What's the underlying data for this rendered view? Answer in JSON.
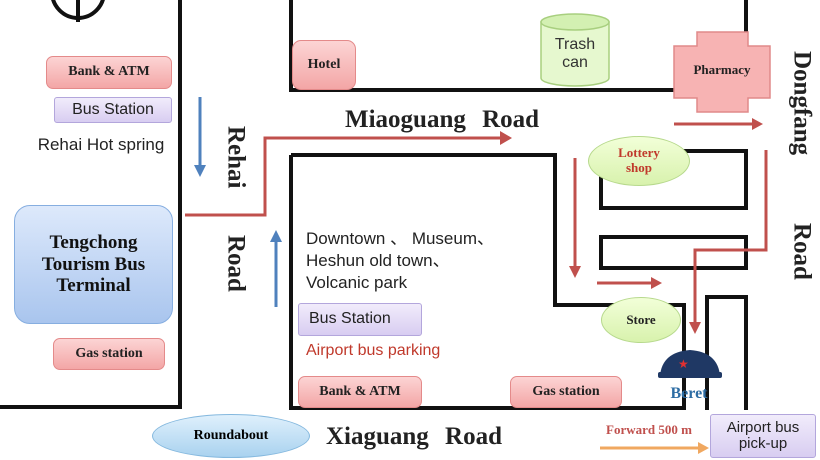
{
  "roads": {
    "miaoguang": "Miaoguang Road",
    "xiaguang": "Xiaguang Road",
    "rehai_1": "Rehai",
    "rehai_2": "Road",
    "dongfang_1": "Dongfang",
    "dongfang_2": "Road"
  },
  "places": {
    "bank_atm_top": "Bank & ATM",
    "bus_station_left": "Bus Station",
    "rehai_hot_spring": "Rehai Hot spring",
    "terminal": "Tengchong Tourism Bus Terminal",
    "gas_station_left": "Gas station",
    "roundabout": "Roundabout",
    "hotel": "Hotel",
    "trash_can": "Trash can",
    "pharmacy": "Pharmacy",
    "lottery_shop": "Lottery shop",
    "destinations_line1": "Downtown 、 Museum、",
    "destinations_line2": "Heshun old town、",
    "destinations_line3": "Volcanic park",
    "bus_station_center": "Bus Station",
    "airport_bus_parking": "Airport bus parking",
    "store": "Store",
    "beret": "Beret",
    "bank_atm_bottom": "Bank & ATM",
    "gas_station_bottom": "Gas station",
    "forward_500m": "Forward 500 m",
    "airport_bus_pickup": "Airport bus pick-up"
  },
  "colors": {
    "route_red": "#c0504d",
    "arrow_blue": "#4f81bd",
    "arrow_orange": "#f0a860",
    "airport_parking_text": "#c0392b",
    "beret_text": "#2e6da4",
    "lottery_text": "#c0392b"
  },
  "icons": {
    "compass": "compass-icon",
    "trash_can": "trash-can-icon",
    "pharmacy": "cross-shape",
    "beret": "beret-icon"
  }
}
